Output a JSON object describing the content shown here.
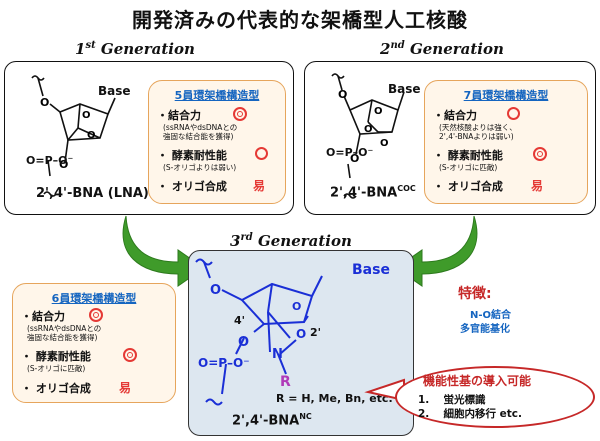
{
  "title": "開発済みの代表的な架橋型人工核酸",
  "gen1": {
    "num": "1",
    "sup": "st",
    "word": "Generation",
    "mol_prefix": "2',4'-BNA",
    "mol_suffix": " (LNA)",
    "base": "Base",
    "phos": "O=P–O⁻",
    "props": {
      "head": "5員環架橋構造型",
      "r1": "・結合力",
      "n1a": "(ssRNAやdsDNAとの",
      "n1b": "強固な結合能を獲得)",
      "r2": "・ 酵素耐性能",
      "n2": "(S-オリゴよりは弱い)",
      "r3": "・ オリゴ合成",
      "easy": "易"
    }
  },
  "gen2": {
    "num": "2",
    "sup": "nd",
    "word": "Generation",
    "mol_prefix": "2',4'-BNA",
    "mol_sup": "COC",
    "base": "Base",
    "phos": "O=P–O⁻",
    "props": {
      "head": "7員環架橋構造型",
      "r1": "・結合力",
      "n1a": "(天然核酸よりは強く、",
      "n1b": "2',4'-BNAよりは弱い)",
      "r2": "・ 酵素耐性能",
      "n2": "(S-オリゴに匹敵)",
      "r3": "・ オリゴ合成",
      "easy": "易"
    }
  },
  "gen3": {
    "num": "3",
    "sup": "rd",
    "word": "Generation",
    "mol_prefix": "2',4'-BNA",
    "mol_sup": "NC",
    "base": "Base",
    "pos4": "4'",
    "pos2": "2'",
    "n_label": "N",
    "o_label": "O",
    "r_label": "R",
    "r_def": "R = H, Me, Bn, etc.",
    "props": {
      "head": "6員環架橋構造型",
      "r1": "・結合力",
      "n1a": "(ssRNAやdsDNAとの",
      "n1b": "強固な結合能を獲得)",
      "r2": "・ 酵素耐性能",
      "n2": "(S-オリゴに匹敵)",
      "r3": "・ オリゴ合成",
      "easy": "易"
    }
  },
  "features": {
    "head": "特徴:",
    "f1": "N-O結合",
    "f2": "多官能基化"
  },
  "functional": {
    "head": "機能性基の導入可能",
    "i1": "1.　 蛍光標識",
    "i2": "2.　 細胞内移行 etc."
  },
  "colors": {
    "accent_blue": "#1a2fd6",
    "heading_blue": "#1565c0",
    "red": "#e53935",
    "arrow_green": "#3f9b2a",
    "panel3_bg": "#dde7f0"
  }
}
